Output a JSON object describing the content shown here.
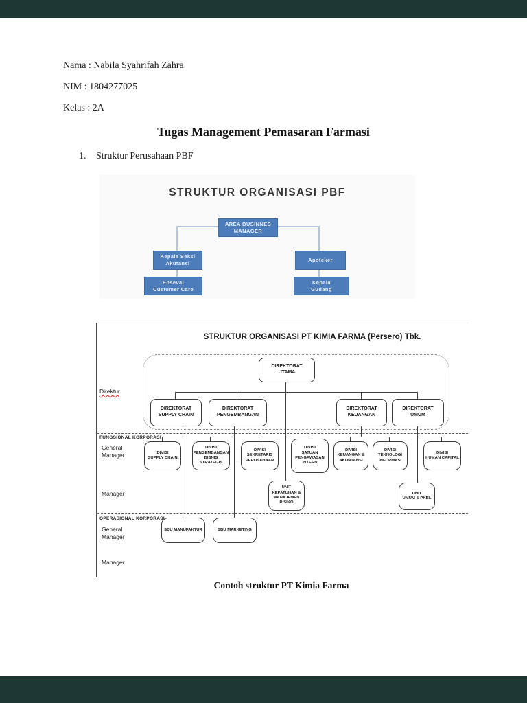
{
  "header": {
    "name_line": "Nama : Nabila Syahrifah Zahra",
    "nim_line": "NIM : 1804277025",
    "kelas_line": "Kelas : 2A"
  },
  "title": "Tugas Management Pemasaran Farmasi",
  "list_item": {
    "number": "1.",
    "text": "Struktur Perusahaan PBF"
  },
  "caption": "Contoh struktur PT Kimia Farma",
  "colors": {
    "viewer_bar": "#1d3833",
    "box_blue": "#4d7cba",
    "box_blue_border": "#3e69a1",
    "connector_blue": "#b3c6db",
    "diagram_line": "#3f3f3f"
  },
  "figure1": {
    "title": "STRUKTUR ORGANISASI PBF",
    "nodes": {
      "area_manager": "AREA BUSINNES\nMANAGER",
      "kepala_seksi": "Kepala Seksi\nAkutansi",
      "apoteker": "Apoteker",
      "enseval": "Enseval\nCustumer Care",
      "kepala_gudang": "Kepala\nGudang"
    }
  },
  "figure2": {
    "title": "STRUKTUR ORGANISASI PT KIMIA FARMA (Persero) Tbk.",
    "row_labels": {
      "direktur": "Direktur",
      "fungsional": "FUNGSIONAL KORPORASI",
      "general_manager_1": "General\nManager",
      "manager_1": "Manager",
      "operasional": "OPERASIONAL KORPORASI",
      "general_manager_2": "General\nManager",
      "manager_2": "Manager"
    },
    "nodes": {
      "direktorat_utama": "DIREKTORAT\nUTAMA",
      "direktorat_supply_chain": "DIREKTORAT\nSUPPLY CHAIN",
      "direktorat_pengembangan": "DIREKTORAT\nPENGEMBANGAN",
      "direktorat_keuangan": "DIREKTORAT\nKEUANGAN",
      "direktorat_umum": "DIREKTORAT\nUMUM",
      "divisi_supply_chain": "DIVISI\nSUPPLY CHAIN",
      "divisi_pengembangan": "DIVISI\nPENGEMBANGAN\nBISNIS STRATEGIS",
      "divisi_sekretaris": "DIVISI\nSEKRETARIS\nPERUSAHAAN",
      "divisi_satuan": "DIVISI\nSATUAN\nPENGAWASAN\nINTERN",
      "divisi_keuangan": "DIVISI\nKEUANGAN &\nAKUNTANSI",
      "divisi_teknologi": "DIVISI\nTEKNOLOGI\nINFORMASI",
      "divisi_human_capital": "DIVISI\nHUMAN CAPITAL",
      "unit_kepatuhan": "UNIT\nKEPATUHAN &\nMANAJEMEN\nRISIKO",
      "unit_umum": "UNIT\nUMUM & PKBL",
      "sbu_manufaktur": "SBU MANUFAKTUR",
      "sbu_marketing": "SBU MARKETING"
    }
  }
}
